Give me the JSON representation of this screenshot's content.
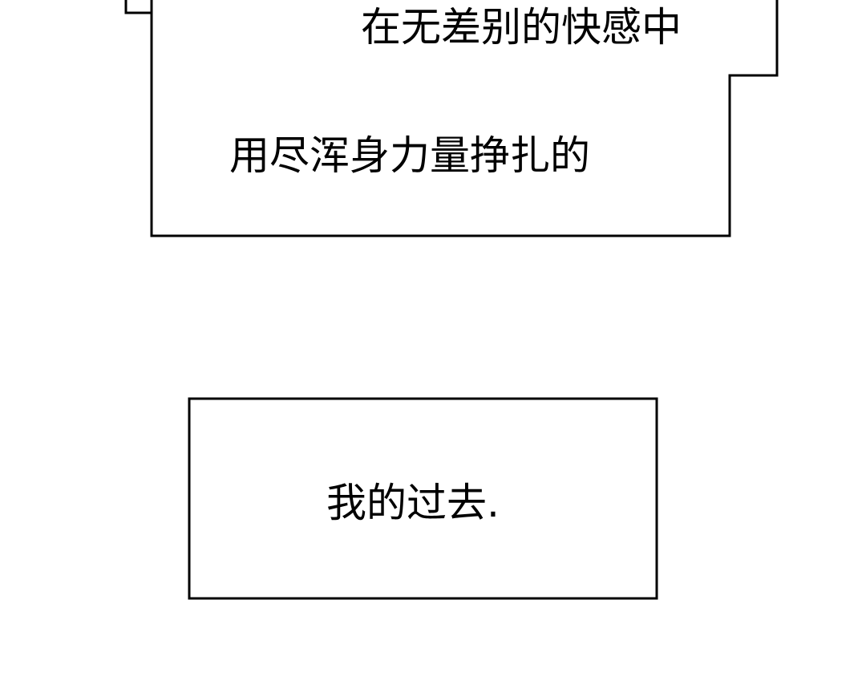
{
  "captions": {
    "box1": {
      "line1": "在无差别的快感中",
      "line2": "用尽浑身力量挣扎的"
    },
    "box2": {
      "line1": "我的过去."
    }
  },
  "colors": {
    "background": "#ffffff",
    "border": "#000000",
    "text": "#000000"
  }
}
